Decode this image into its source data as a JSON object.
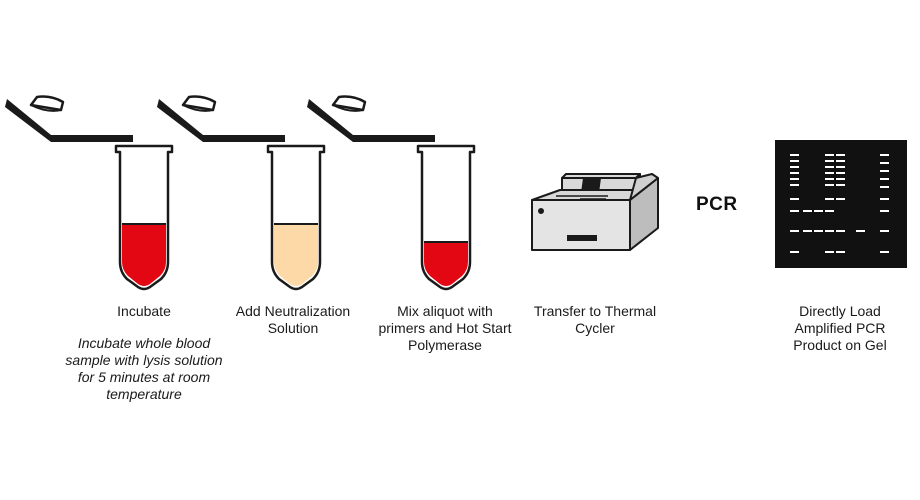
{
  "steps": [
    {
      "label": "Incubate",
      "note": "Incubate whole blood sample with lysis solution for 5 minutes at room temperature"
    },
    {
      "label": "Add Neutralization Solution"
    },
    {
      "label": "Mix aliquot with primers and Hot Start Polymerase"
    },
    {
      "label": "Transfer to Thermal Cycler"
    },
    {
      "label": "Directly Load Amplified PCR Product on Gel"
    }
  ],
  "pcr_label": "PCR",
  "colors": {
    "blood_red": "#e30613",
    "neutralization_peach": "#fdd9a8",
    "instrument_gray": "#d9d9d9",
    "gel_black": "#111111",
    "outline": "#1a1a1a"
  },
  "icons": [
    "tube-icon",
    "thermal-cycler-icon",
    "gel-icon"
  ]
}
